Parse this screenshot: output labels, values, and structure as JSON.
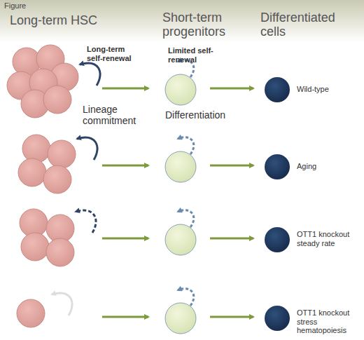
{
  "diagram": {
    "title": "Figure",
    "labels": [
      "Long-term HSC",
      "Short-term progenitors",
      "Differentiated cells",
      "Long-term self-renewal",
      "Lineage commitment",
      "Limited self-renewal",
      "Differentiation",
      "Wild-type",
      "Aging",
      "OTT1 knockout steady rate",
      "OTT1 knockout stress hematopoiesis"
    ]
  }
}
